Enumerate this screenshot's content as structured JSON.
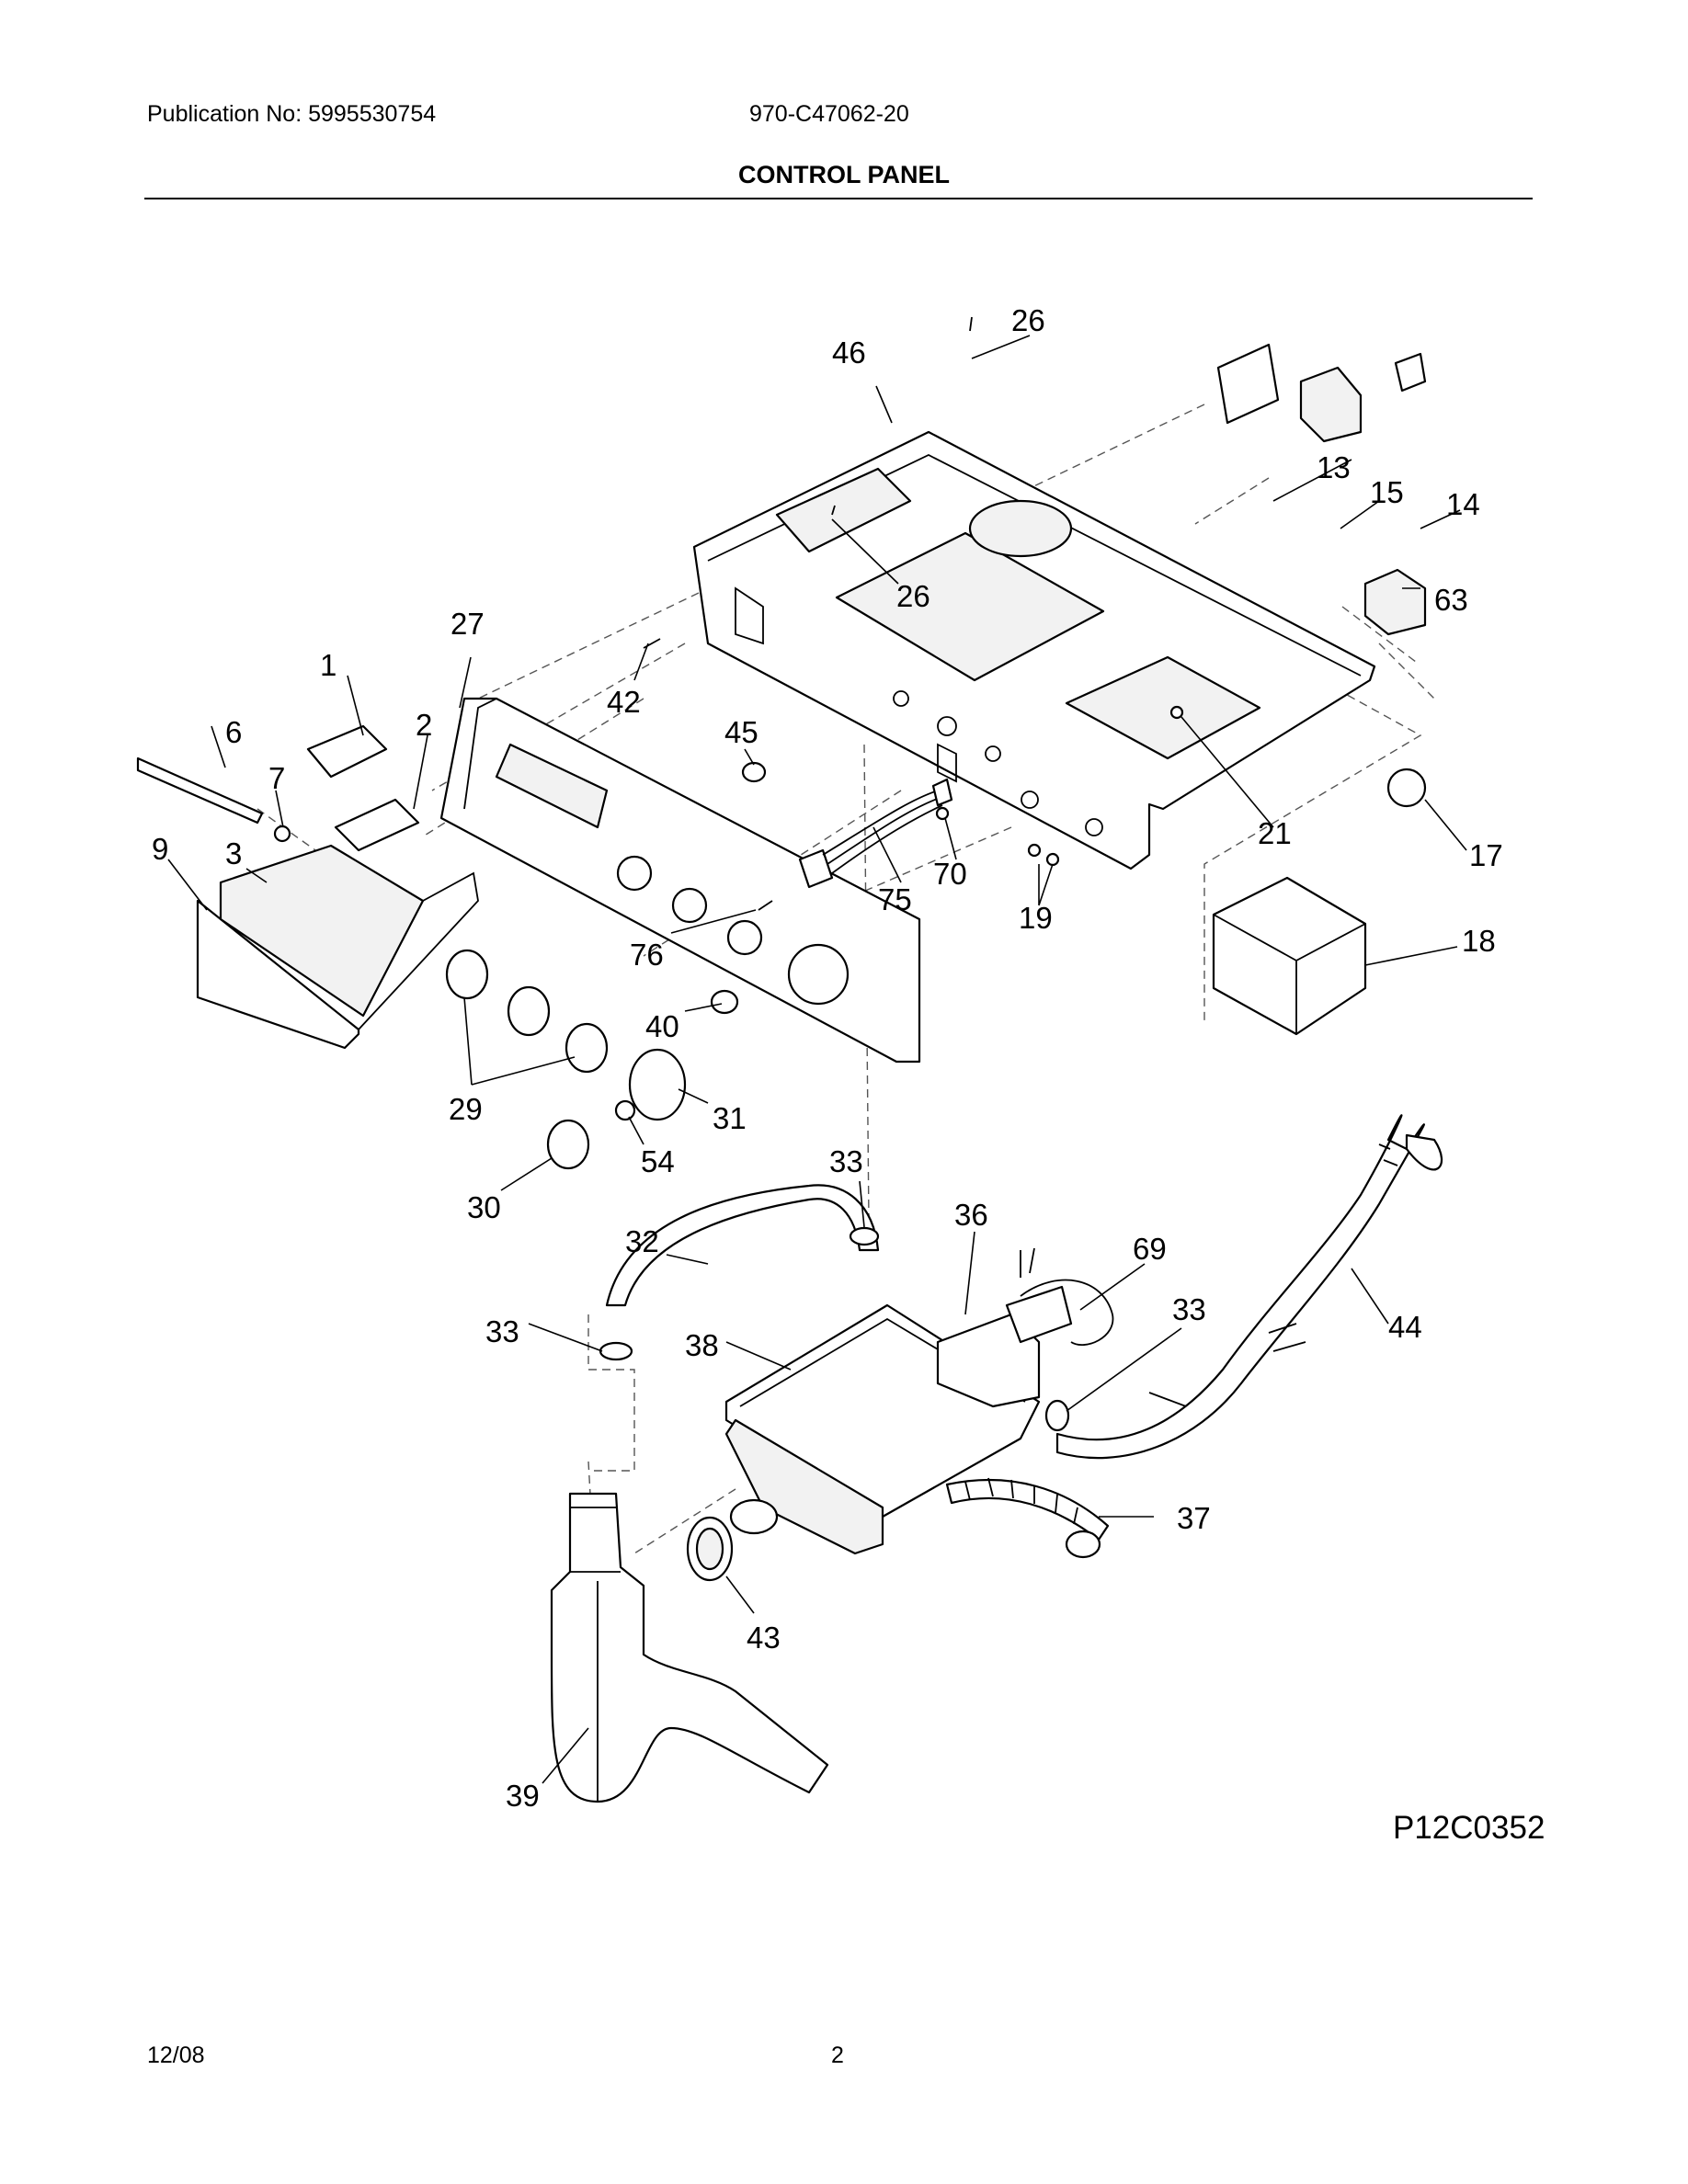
{
  "header": {
    "publication": "Publication No: 5995530754",
    "model": "970-C47062-20",
    "title": "CONTROL PANEL"
  },
  "footer": {
    "date": "12/08",
    "page": "2"
  },
  "diagram": {
    "code": "P12C0352",
    "labels": [
      "26",
      "46",
      "13",
      "15",
      "14",
      "26",
      "63",
      "27",
      "1",
      "42",
      "45",
      "6",
      "2",
      "7",
      "9",
      "3",
      "21",
      "17",
      "70",
      "75",
      "19",
      "76",
      "18",
      "40",
      "29",
      "31",
      "54",
      "30",
      "33",
      "36",
      "32",
      "69",
      "33",
      "33",
      "38",
      "44",
      "37",
      "43",
      "39"
    ]
  }
}
